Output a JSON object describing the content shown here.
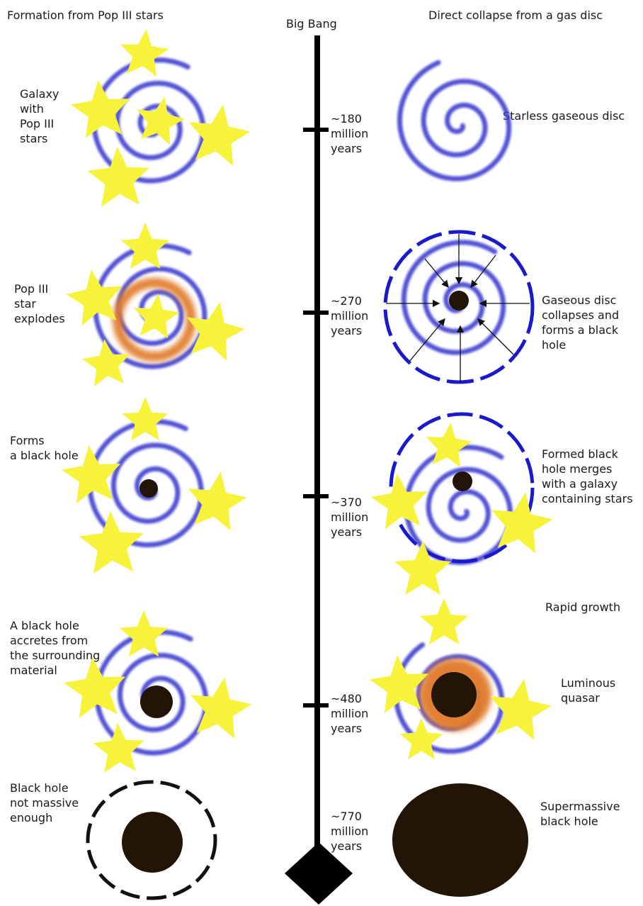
{
  "columns": {
    "left_title": "Formation  from Pop III stars",
    "center_title": "Big Bang",
    "right_title": "Direct collapse from a gas disc"
  },
  "timeline": [
    {
      "label": [
        "~180",
        "million",
        "years"
      ]
    },
    {
      "label": [
        "~270",
        "million",
        "years"
      ]
    },
    {
      "label": [
        "~370",
        "million",
        "years"
      ]
    },
    {
      "label": [
        "~480",
        "million",
        "years"
      ]
    },
    {
      "label": [
        "~770",
        "million",
        "years"
      ]
    }
  ],
  "left_stages": [
    {
      "label": [
        "Galaxy",
        "with",
        "Pop III",
        "stars"
      ]
    },
    {
      "label": [
        "Pop III",
        "star",
        "explodes"
      ]
    },
    {
      "label": [
        "Forms",
        "a black hole"
      ]
    },
    {
      "label": [
        "A black hole",
        "accretes from",
        "the surrounding",
        "material"
      ]
    },
    {
      "label": [
        "Black hole",
        "not massive",
        "enough"
      ]
    }
  ],
  "right_stages": [
    {
      "label": [
        "Starless gaseous disc"
      ]
    },
    {
      "label": [
        "Gaseous disc",
        "collapses and",
        "forms a black",
        "hole"
      ]
    },
    {
      "label": [
        "Formed black",
        "hole merges",
        "with a galaxy",
        "containing stars"
      ]
    },
    {
      "label": [
        "Rapid growth"
      ]
    },
    {
      "label": [
        "Luminous",
        "quasar"
      ]
    },
    {
      "label": [
        "Supermassive",
        "black hole"
      ]
    }
  ],
  "colors": {
    "spiral": "#3f3fd0",
    "star": "#f7f23a",
    "black_hole": "#231408",
    "explosion": "#e07a2a",
    "dashed_ring": "#1a1acc",
    "timeline": "#000000"
  }
}
